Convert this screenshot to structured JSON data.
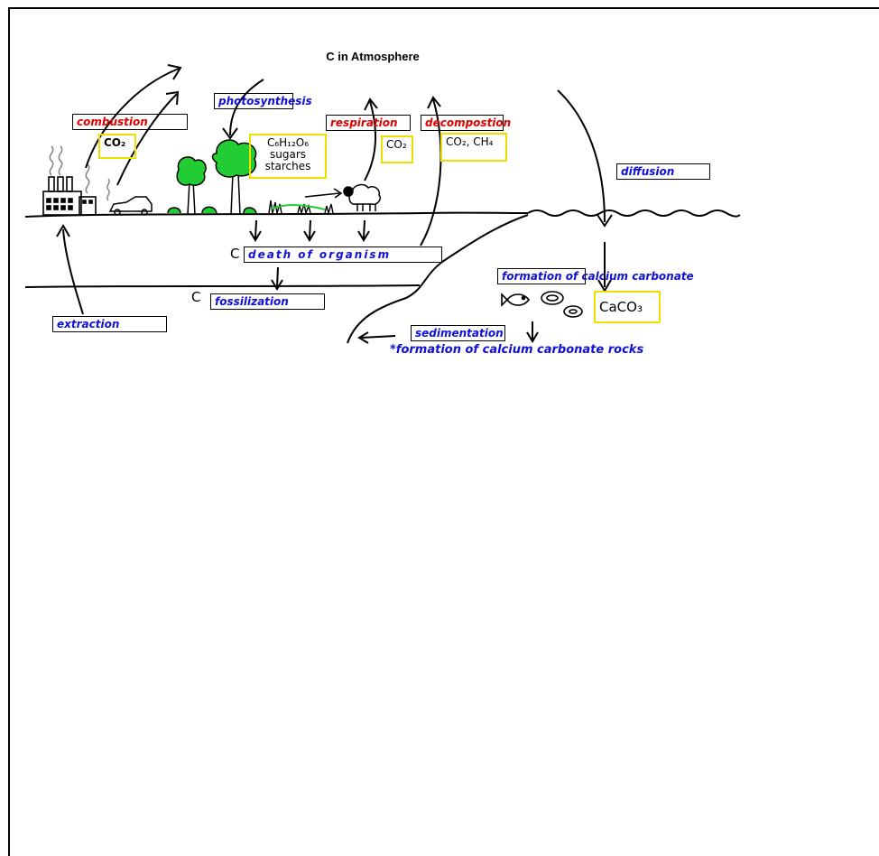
{
  "title": "C in Atmosphere",
  "labels": {
    "combustion": "combustion",
    "photosynthesis": "photosynthesis",
    "respiration": "respiration",
    "decomposition": "decompostion",
    "diffusion": "diffusion",
    "death": "death of organism",
    "fossilization": "fossilization",
    "extraction": "extraction",
    "formation_caco3": "formation of calcium carbonate",
    "sedimentation": "sedimentation",
    "formation_rocks": "*formation of calcium carbonate rocks"
  },
  "formulas": {
    "combustion_gas": "CO₂",
    "glucose": "C₆H₁₂O₆",
    "sugars": "sugars",
    "starches": "starches",
    "respiration_gas": "CO₂",
    "decomposition_gas": "CO₂, CH₄",
    "calcium_carbonate": "CaCO₃"
  },
  "carbon_markers": {
    "death_c": "C",
    "fossil_c": "C"
  },
  "colors": {
    "process_red": "#e00000",
    "handwriting_blue": "#1010d8",
    "highlight_yellow": "#f0e000",
    "tree_green": "#22cc33"
  }
}
